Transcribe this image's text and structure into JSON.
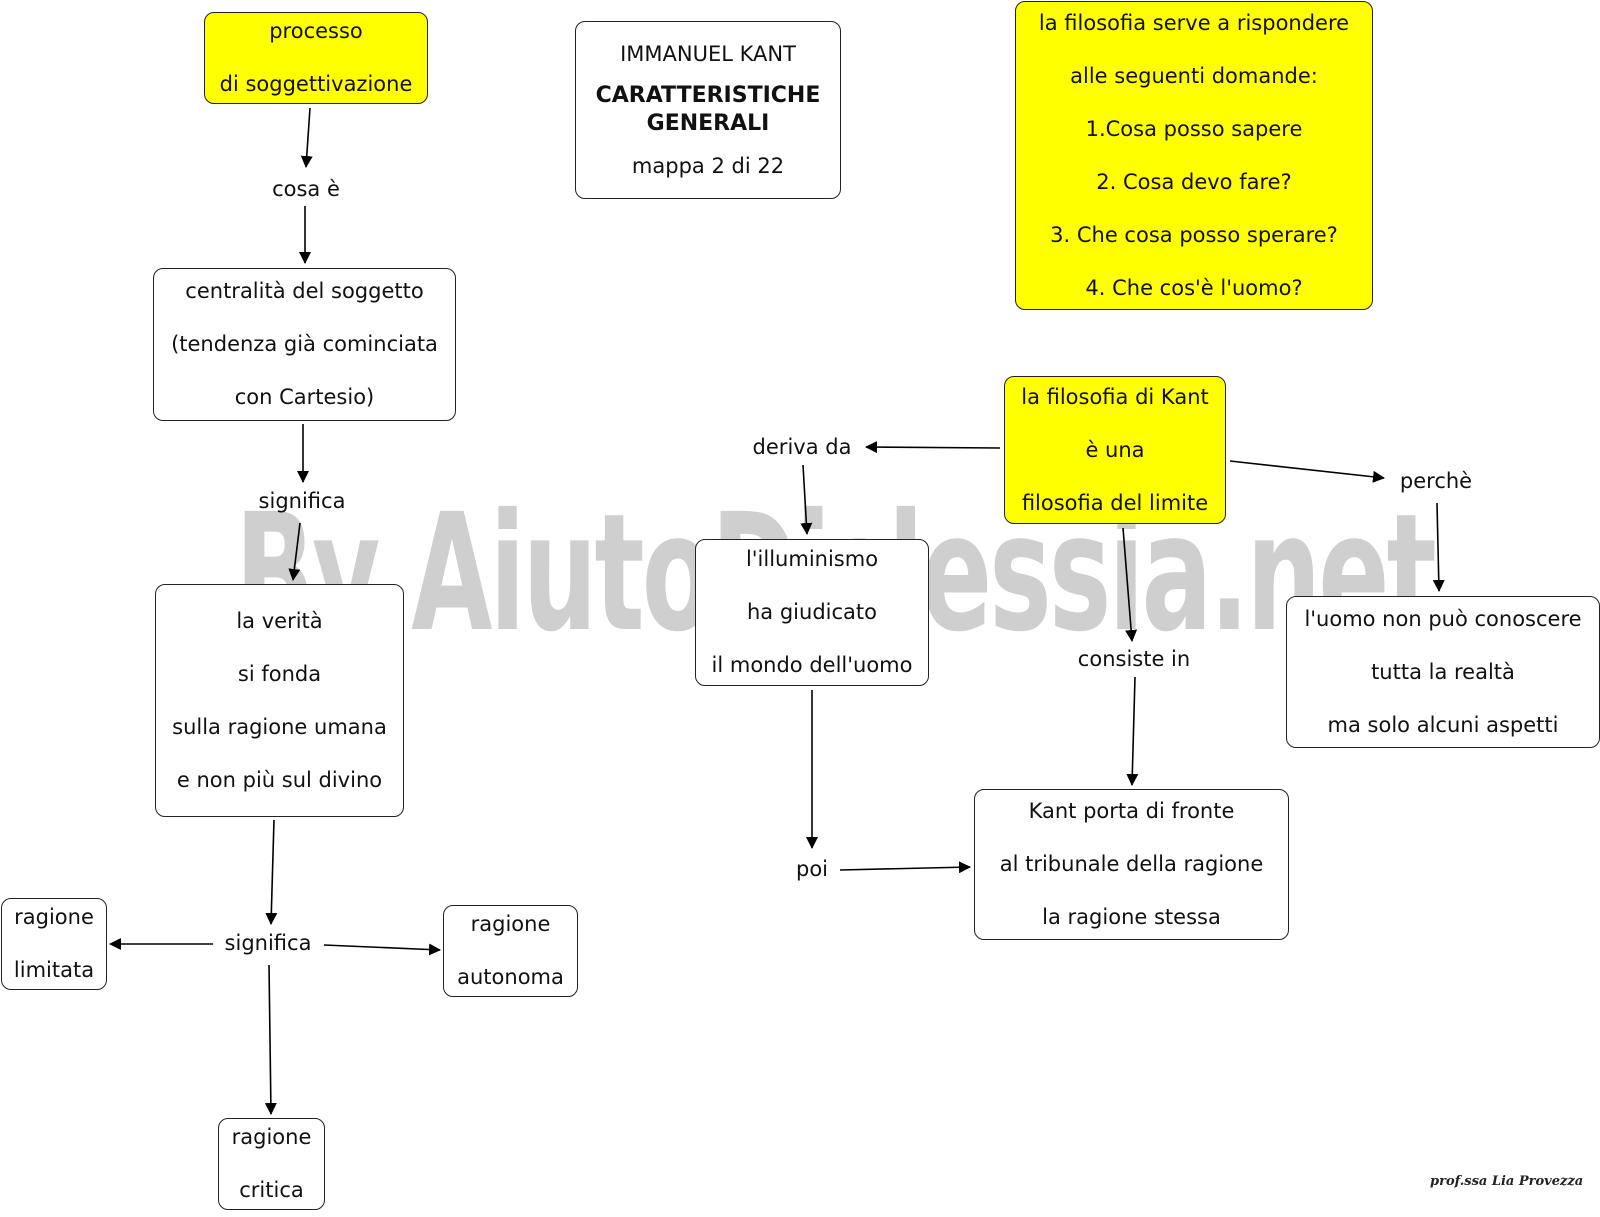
{
  "watermark": "By AiutoDislessia.net",
  "signature": "prof.ssa Lia Provezza",
  "title_box": {
    "line1": "IMMANUEL KANT",
    "line2": "CARATTERISTICHE",
    "line3": "GENERALI",
    "line4": "mappa 2 di 22"
  },
  "questions_box": {
    "lines": [
      "la filosofia serve a rispondere",
      "alle seguenti domande:",
      "1.Cosa posso sapere",
      "2. Cosa devo fare?",
      "3. Che cosa posso sperare?",
      "4. Che cos'è l'uomo?"
    ]
  },
  "left": {
    "process_box": [
      "processo",
      "di soggettivazione"
    ],
    "label_cosa_e": "cosa è",
    "centrality_box": [
      "centralità del soggetto",
      "(tendenza già cominciata",
      "con Cartesio)"
    ],
    "label_significa_1": "significa",
    "truth_box": [
      "la verità",
      "si fonda",
      "sulla ragione umana",
      "e non più sul divino"
    ],
    "label_significa_2": "significa",
    "limited_box": [
      "ragione",
      "limitata"
    ],
    "autonomous_box": [
      "ragione",
      "autonoma"
    ],
    "critical_box": [
      "ragione",
      "critica"
    ]
  },
  "right": {
    "kant_box": [
      "la filosofia di Kant",
      "è una",
      "filosofia del limite"
    ],
    "label_deriva_da": "deriva da",
    "enlightenment_box": [
      "l'illuminismo",
      "ha giudicato",
      "il mondo dell'uomo"
    ],
    "label_poi": "poi",
    "label_consiste_in": "consiste in",
    "tribunal_box": [
      "Kant porta di fronte",
      "al tribunale della ragione",
      "la ragione stessa"
    ],
    "label_perche": "perchè",
    "man_box": [
      "l'uomo non può conoscere",
      "tutta la realtà",
      "ma solo alcuni aspetti"
    ]
  },
  "colors": {
    "highlight": "#ffff00",
    "border": "#222222",
    "watermark": "#cfcfcf"
  }
}
